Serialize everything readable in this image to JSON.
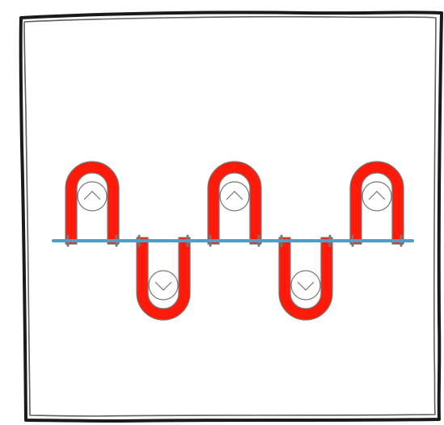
{
  "diagram": {
    "type": "knit-stitch-loops",
    "colors": {
      "frame": "#1a1a1a",
      "loop": "#ff1a0a",
      "loop_outline": "#777777",
      "needle_line": "#4aa0c8",
      "background": "#ffffff"
    },
    "loops": [
      {
        "id": "loop-1",
        "orientation": "up"
      },
      {
        "id": "loop-2",
        "orientation": "down"
      },
      {
        "id": "loop-3",
        "orientation": "up"
      },
      {
        "id": "loop-4",
        "orientation": "down"
      },
      {
        "id": "loop-5",
        "orientation": "up"
      }
    ]
  }
}
